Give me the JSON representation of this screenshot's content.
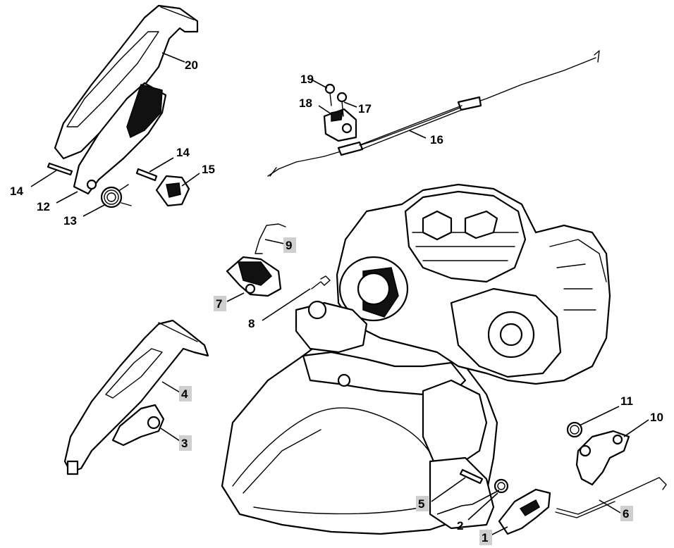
{
  "diagram": {
    "callouts": [
      {
        "id": "1",
        "label": "1",
        "shaded": true
      },
      {
        "id": "2",
        "label": "2",
        "shaded": false
      },
      {
        "id": "3",
        "label": "3",
        "shaded": true
      },
      {
        "id": "4",
        "label": "4",
        "shaded": true
      },
      {
        "id": "5",
        "label": "5",
        "shaded": true
      },
      {
        "id": "6",
        "label": "6",
        "shaded": true
      },
      {
        "id": "7",
        "label": "7",
        "shaded": true
      },
      {
        "id": "8",
        "label": "8",
        "shaded": false
      },
      {
        "id": "9",
        "label": "9",
        "shaded": true
      },
      {
        "id": "10",
        "label": "10",
        "shaded": false
      },
      {
        "id": "11",
        "label": "11",
        "shaded": false
      },
      {
        "id": "12",
        "label": "12",
        "shaded": false
      },
      {
        "id": "13",
        "label": "13",
        "shaded": false
      },
      {
        "id": "14a",
        "label": "14",
        "shaded": false
      },
      {
        "id": "14b",
        "label": "14",
        "shaded": false
      },
      {
        "id": "15",
        "label": "15",
        "shaded": false
      },
      {
        "id": "16",
        "label": "16",
        "shaded": false
      },
      {
        "id": "17",
        "label": "17",
        "shaded": false
      },
      {
        "id": "18",
        "label": "18",
        "shaded": false
      },
      {
        "id": "19",
        "label": "19",
        "shaded": false
      },
      {
        "id": "20",
        "label": "20",
        "shaded": false
      }
    ]
  }
}
